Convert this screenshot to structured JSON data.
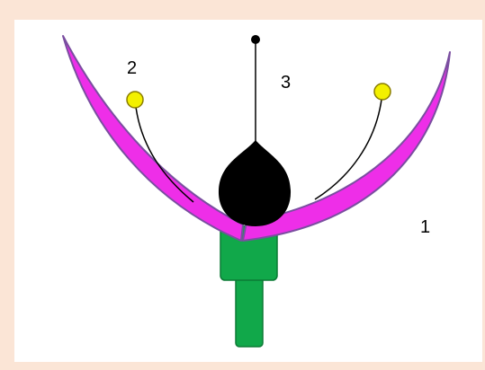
{
  "diagram": {
    "labels": {
      "petal": "1",
      "stamen": "2",
      "pistil": "3"
    },
    "colors": {
      "background_border": "#fbe5d6",
      "panel": "#ffffff",
      "petal": "#ee2ee8",
      "petal_outline": "#7a4ea0",
      "stem": "#11a84a",
      "stem_outline": "#0b7a35",
      "anther": "#f3f000",
      "anther_outline": "#8a7d00",
      "pistil": "#000000"
    }
  }
}
